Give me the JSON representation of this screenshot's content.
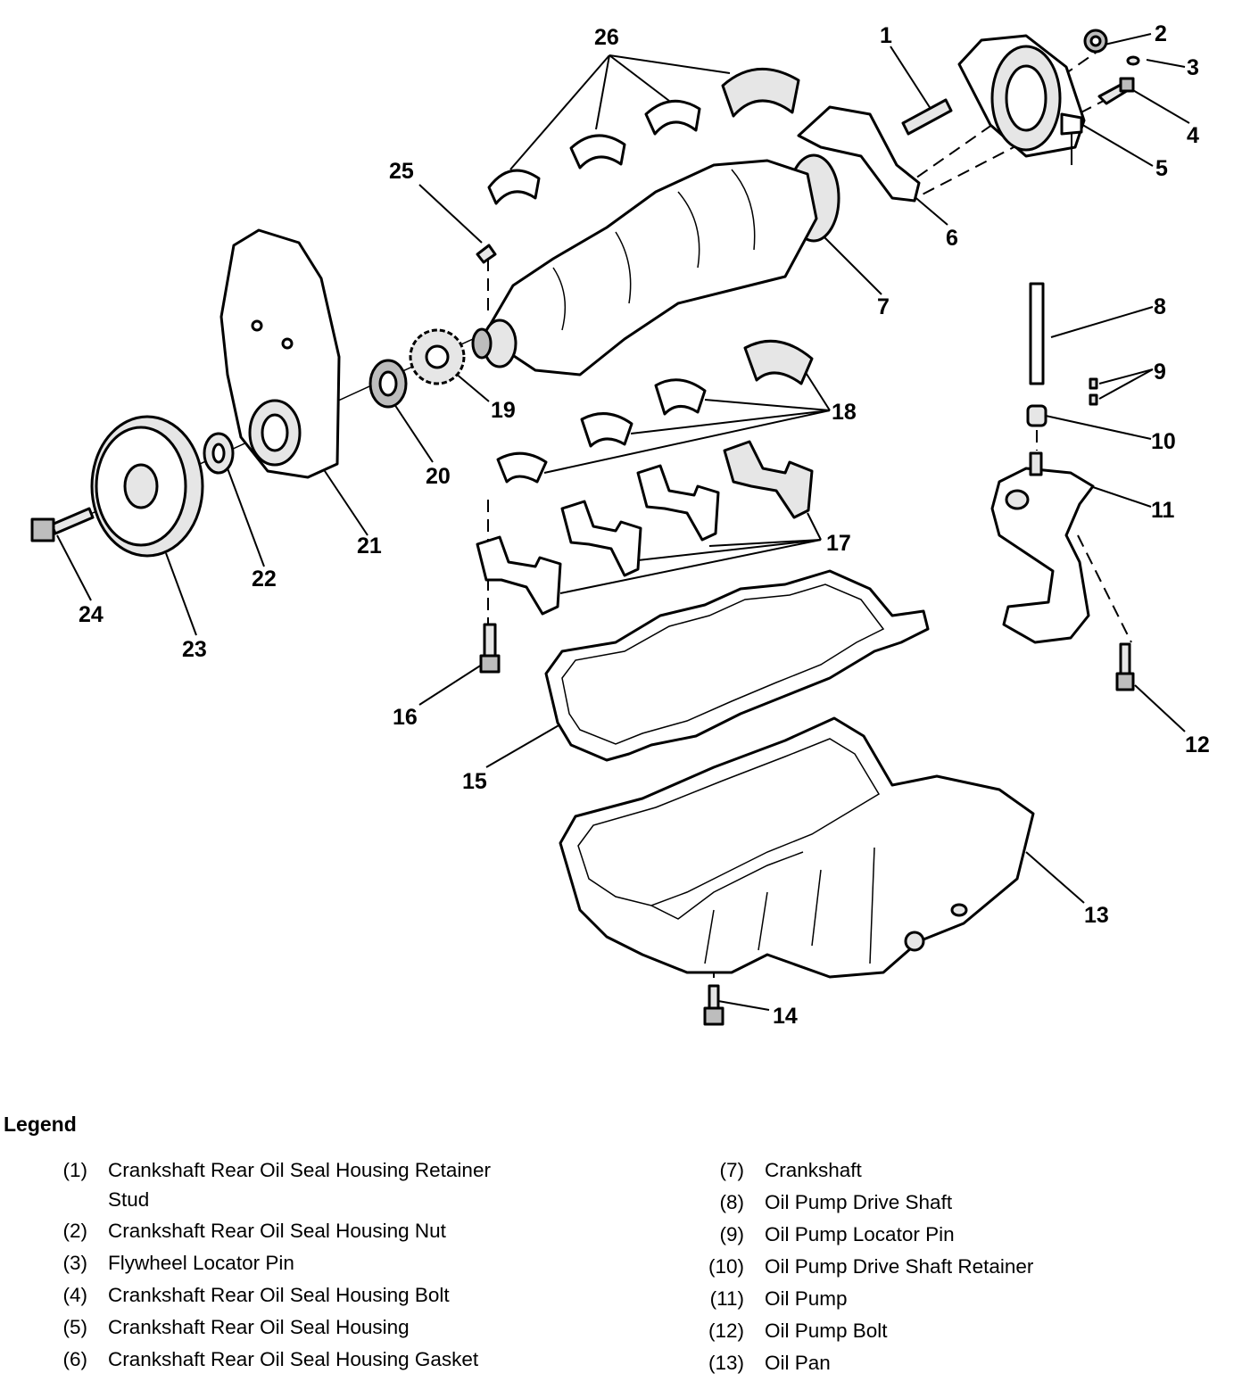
{
  "diagram": {
    "callouts": [
      "1",
      "2",
      "3",
      "4",
      "5",
      "6",
      "7",
      "8",
      "9",
      "10",
      "11",
      "12",
      "13",
      "14",
      "15",
      "16",
      "17",
      "18",
      "19",
      "20",
      "21",
      "22",
      "23",
      "24",
      "25",
      "26"
    ]
  },
  "legend": {
    "title": "Legend",
    "left": [
      {
        "num": "(1)",
        "text": "Crankshaft Rear Oil Seal Housing Retainer Stud"
      },
      {
        "num": "(2)",
        "text": "Crankshaft Rear Oil Seal Housing Nut"
      },
      {
        "num": "(3)",
        "text": "Flywheel Locator Pin"
      },
      {
        "num": "(4)",
        "text": "Crankshaft Rear Oil Seal Housing Bolt"
      },
      {
        "num": "(5)",
        "text": "Crankshaft Rear Oil Seal Housing"
      },
      {
        "num": "(6)",
        "text": "Crankshaft Rear Oil Seal Housing Gasket"
      }
    ],
    "right": [
      {
        "num": "(7)",
        "text": "Crankshaft"
      },
      {
        "num": "(8)",
        "text": "Oil Pump Drive Shaft"
      },
      {
        "num": "(9)",
        "text": "Oil Pump Locator Pin"
      },
      {
        "num": "(10)",
        "text": "Oil Pump Drive Shaft Retainer"
      },
      {
        "num": "(11)",
        "text": "Oil Pump"
      },
      {
        "num": "(12)",
        "text": "Oil Pump Bolt"
      },
      {
        "num": "(13)",
        "text": "Oil Pan"
      }
    ]
  }
}
